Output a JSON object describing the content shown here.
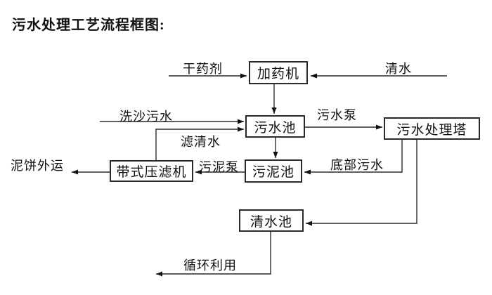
{
  "title": "污水处理工艺流程框图:",
  "nodes": {
    "dosing_machine": "加药机",
    "sewage_pool": "污水池",
    "treatment_tower": "污水处理塔",
    "belt_filter_press": "带式压滤机",
    "sludge_pool": "污泥池",
    "clean_water_pool": "清水池"
  },
  "edge_labels": {
    "dry_chemical": "干药剂",
    "clean_water": "清水",
    "sand_washing_sewage": "洗沙污水",
    "sewage_pump": "污水泵",
    "filtered_water": "滤清水",
    "sludge_pump": "污泥泵",
    "mud_cake_out": "泥饼外运",
    "bottom_sewage": "底部污水",
    "recycling": "循环利用"
  },
  "colors": {
    "line": "#2a2a2a",
    "background": "#ffffff",
    "text": "#111111"
  }
}
